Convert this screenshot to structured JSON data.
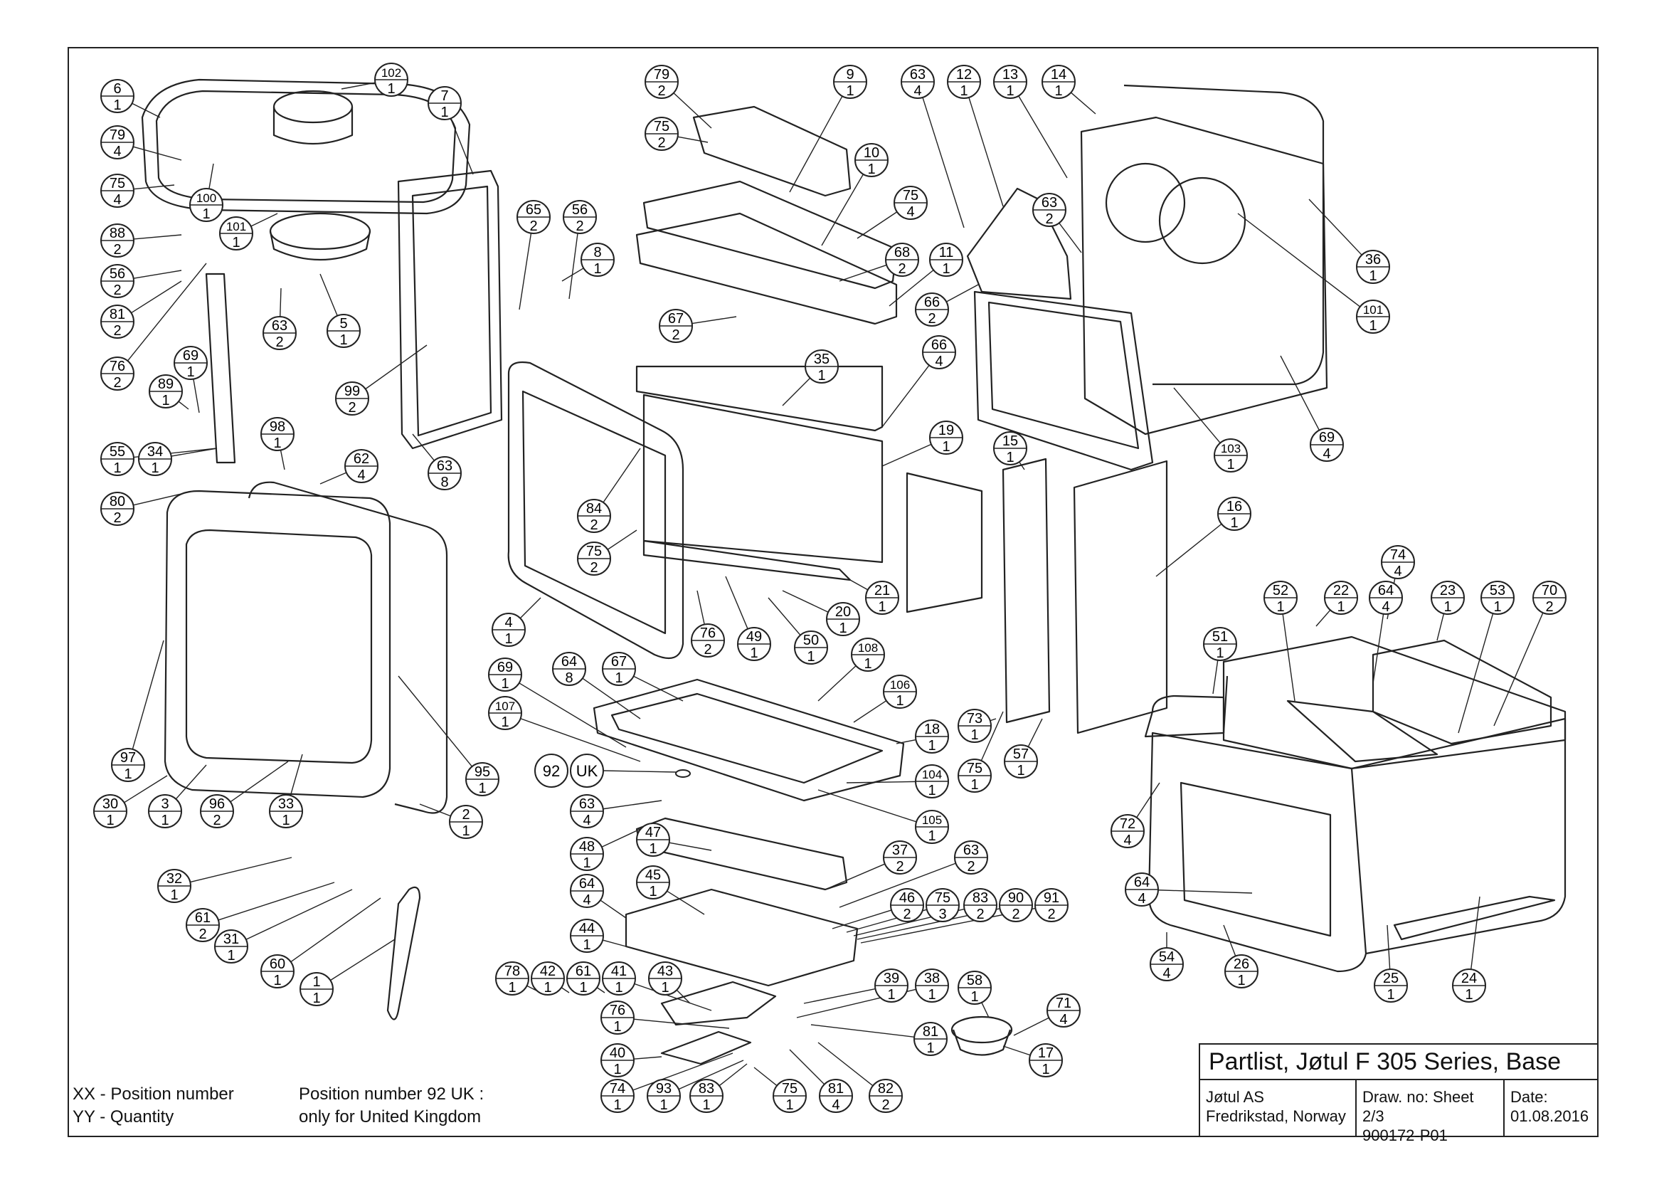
{
  "title_block": {
    "title": "Partlist, Jøtul F 305 Series, Base",
    "company": "Jøtul AS",
    "location": "Fredrikstad, Norway",
    "drawing_no_label": "Draw. no: Sheet 2/3",
    "drawing_no": "900172-P01",
    "date_label": "Date:",
    "date": "01.08.2016"
  },
  "legend": {
    "position_line": "XX - Position number",
    "quantity_line": "YY - Quantity"
  },
  "note": {
    "line1": "Position number 92 UK :",
    "line2": "only for United Kingdom"
  },
  "balloons": [
    {
      "id": "b-6",
      "pos": "6",
      "qty": "1"
    },
    {
      "id": "b-102",
      "pos": "102",
      "qty": "1"
    },
    {
      "id": "b-79a",
      "pos": "79",
      "qty": "4"
    },
    {
      "id": "b-75a",
      "pos": "75",
      "qty": "4"
    },
    {
      "id": "b-100",
      "pos": "100",
      "qty": "1"
    },
    {
      "id": "b-101a",
      "pos": "101",
      "qty": "1"
    },
    {
      "id": "b-88",
      "pos": "88",
      "qty": "2"
    },
    {
      "id": "b-56a",
      "pos": "56",
      "qty": "2"
    },
    {
      "id": "b-81a",
      "pos": "81",
      "qty": "2"
    },
    {
      "id": "b-76a",
      "pos": "76",
      "qty": "2"
    },
    {
      "id": "b-63a",
      "pos": "63",
      "qty": "2"
    },
    {
      "id": "b-5",
      "pos": "5",
      "qty": "1"
    },
    {
      "id": "b-69a",
      "pos": "69",
      "qty": "1"
    },
    {
      "id": "b-89",
      "pos": "89",
      "qty": "1"
    },
    {
      "id": "b-55",
      "pos": "55",
      "qty": "1"
    },
    {
      "id": "b-34",
      "pos": "34",
      "qty": "1"
    },
    {
      "id": "b-80",
      "pos": "80",
      "qty": "2"
    },
    {
      "id": "b-7",
      "pos": "7",
      "qty": "1"
    },
    {
      "id": "b-99",
      "pos": "99",
      "qty": "2"
    },
    {
      "id": "b-63b",
      "pos": "63",
      "qty": "8"
    },
    {
      "id": "b-98",
      "pos": "98",
      "qty": "1"
    },
    {
      "id": "b-62",
      "pos": "62",
      "qty": "4"
    },
    {
      "id": "b-97",
      "pos": "97",
      "qty": "1"
    },
    {
      "id": "b-30",
      "pos": "30",
      "qty": "1"
    },
    {
      "id": "b-3",
      "pos": "3",
      "qty": "1"
    },
    {
      "id": "b-96",
      "pos": "96",
      "qty": "2"
    },
    {
      "id": "b-33",
      "pos": "33",
      "qty": "1"
    },
    {
      "id": "b-95",
      "pos": "95",
      "qty": "1"
    },
    {
      "id": "b-2",
      "pos": "2",
      "qty": "1"
    },
    {
      "id": "b-32",
      "pos": "32",
      "qty": "1"
    },
    {
      "id": "b-61a",
      "pos": "61",
      "qty": "2"
    },
    {
      "id": "b-31",
      "pos": "31",
      "qty": "1"
    },
    {
      "id": "b-60",
      "pos": "60",
      "qty": "1"
    },
    {
      "id": "b-1",
      "pos": "1",
      "qty": "1"
    },
    {
      "id": "b-65",
      "pos": "65",
      "qty": "2"
    },
    {
      "id": "b-56b",
      "pos": "56",
      "qty": "2"
    },
    {
      "id": "b-8",
      "pos": "8",
      "qty": "1"
    },
    {
      "id": "b-79b",
      "pos": "79",
      "qty": "2"
    },
    {
      "id": "b-75b",
      "pos": "75",
      "qty": "2"
    },
    {
      "id": "b-9",
      "pos": "9",
      "qty": "1"
    },
    {
      "id": "b-10",
      "pos": "10",
      "qty": "1"
    },
    {
      "id": "b-75c",
      "pos": "75",
      "qty": "4"
    },
    {
      "id": "b-68",
      "pos": "68",
      "qty": "2"
    },
    {
      "id": "b-67a",
      "pos": "67",
      "qty": "2"
    },
    {
      "id": "b-11",
      "pos": "11",
      "qty": "1"
    },
    {
      "id": "b-35",
      "pos": "35",
      "qty": "1"
    },
    {
      "id": "b-66a",
      "pos": "66",
      "qty": "4"
    },
    {
      "id": "b-19",
      "pos": "19",
      "qty": "1"
    },
    {
      "id": "b-84",
      "pos": "84",
      "qty": "2"
    },
    {
      "id": "b-75d",
      "pos": "75",
      "qty": "2"
    },
    {
      "id": "b-21",
      "pos": "21",
      "qty": "1"
    },
    {
      "id": "b-20",
      "pos": "20",
      "qty": "1"
    },
    {
      "id": "b-4",
      "pos": "4",
      "qty": "1"
    },
    {
      "id": "b-76b",
      "pos": "76",
      "qty": "2"
    },
    {
      "id": "b-49",
      "pos": "49",
      "qty": "1"
    },
    {
      "id": "b-50",
      "pos": "50",
      "qty": "1"
    },
    {
      "id": "b-63c",
      "pos": "63",
      "qty": "4"
    },
    {
      "id": "b-12",
      "pos": "12",
      "qty": "1"
    },
    {
      "id": "b-13",
      "pos": "13",
      "qty": "1"
    },
    {
      "id": "b-14",
      "pos": "14",
      "qty": "1"
    },
    {
      "id": "b-63d",
      "pos": "63",
      "qty": "2"
    },
    {
      "id": "b-66b",
      "pos": "66",
      "qty": "2"
    },
    {
      "id": "b-36",
      "pos": "36",
      "qty": "1"
    },
    {
      "id": "b-101b",
      "pos": "101",
      "qty": "1"
    },
    {
      "id": "b-69b",
      "pos": "69",
      "qty": "4"
    },
    {
      "id": "b-103",
      "pos": "103",
      "qty": "1"
    },
    {
      "id": "b-15",
      "pos": "15",
      "qty": "1"
    },
    {
      "id": "b-16",
      "pos": "16",
      "qty": "1"
    },
    {
      "id": "b-69c",
      "pos": "69",
      "qty": "1"
    },
    {
      "id": "b-64a",
      "pos": "64",
      "qty": "8"
    },
    {
      "id": "b-67b",
      "pos": "67",
      "qty": "1"
    },
    {
      "id": "b-108",
      "pos": "108",
      "qty": "1"
    },
    {
      "id": "b-106",
      "pos": "106",
      "qty": "1"
    },
    {
      "id": "b-107",
      "pos": "107",
      "qty": "1"
    },
    {
      "id": "b-18",
      "pos": "18",
      "qty": "1"
    },
    {
      "id": "b-73",
      "pos": "73",
      "qty": "1"
    },
    {
      "id": "b-75e",
      "pos": "75",
      "qty": "1"
    },
    {
      "id": "b-57",
      "pos": "57",
      "qty": "1"
    },
    {
      "id": "b-104",
      "pos": "104",
      "qty": "1"
    },
    {
      "id": "b-105",
      "pos": "105",
      "qty": "1"
    },
    {
      "id": "b-63e",
      "pos": "63",
      "qty": "4"
    },
    {
      "id": "b-48",
      "pos": "48",
      "qty": "1"
    },
    {
      "id": "b-47",
      "pos": "47",
      "qty": "1"
    },
    {
      "id": "b-37",
      "pos": "37",
      "qty": "2"
    },
    {
      "id": "b-63f",
      "pos": "63",
      "qty": "2"
    },
    {
      "id": "b-45",
      "pos": "45",
      "qty": "1"
    },
    {
      "id": "b-64b",
      "pos": "64",
      "qty": "4"
    },
    {
      "id": "b-44",
      "pos": "44",
      "qty": "1"
    },
    {
      "id": "b-46",
      "pos": "46",
      "qty": "2"
    },
    {
      "id": "b-75f",
      "pos": "75",
      "qty": "3"
    },
    {
      "id": "b-83a",
      "pos": "83",
      "qty": "2"
    },
    {
      "id": "b-90",
      "pos": "90",
      "qty": "2"
    },
    {
      "id": "b-91",
      "pos": "91",
      "qty": "2"
    },
    {
      "id": "b-78",
      "pos": "78",
      "qty": "1"
    },
    {
      "id": "b-42",
      "pos": "42",
      "qty": "1"
    },
    {
      "id": "b-61b",
      "pos": "61",
      "qty": "1"
    },
    {
      "id": "b-41",
      "pos": "41",
      "qty": "1"
    },
    {
      "id": "b-43",
      "pos": "43",
      "qty": "1"
    },
    {
      "id": "b-39",
      "pos": "39",
      "qty": "1"
    },
    {
      "id": "b-38",
      "pos": "38",
      "qty": "1"
    },
    {
      "id": "b-58",
      "pos": "58",
      "qty": "1"
    },
    {
      "id": "b-71",
      "pos": "71",
      "qty": "4"
    },
    {
      "id": "b-76c",
      "pos": "76",
      "qty": "1"
    },
    {
      "id": "b-40",
      "pos": "40",
      "qty": "1"
    },
    {
      "id": "b-81b",
      "pos": "81",
      "qty": "1"
    },
    {
      "id": "b-17",
      "pos": "17",
      "qty": "1"
    },
    {
      "id": "b-74a",
      "pos": "74",
      "qty": "1"
    },
    {
      "id": "b-93",
      "pos": "93",
      "qty": "1"
    },
    {
      "id": "b-83b",
      "pos": "83",
      "qty": "1"
    },
    {
      "id": "b-75g",
      "pos": "75",
      "qty": "1"
    },
    {
      "id": "b-81c",
      "pos": "81",
      "qty": "4"
    },
    {
      "id": "b-82",
      "pos": "82",
      "qty": "2"
    },
    {
      "id": "b-74b",
      "pos": "74",
      "qty": "4"
    },
    {
      "id": "b-52",
      "pos": "52",
      "qty": "1"
    },
    {
      "id": "b-22",
      "pos": "22",
      "qty": "1"
    },
    {
      "id": "b-64c",
      "pos": "64",
      "qty": "4"
    },
    {
      "id": "b-23",
      "pos": "23",
      "qty": "1"
    },
    {
      "id": "b-53",
      "pos": "53",
      "qty": "1"
    },
    {
      "id": "b-70",
      "pos": "70",
      "qty": "2"
    },
    {
      "id": "b-51",
      "pos": "51",
      "qty": "1"
    },
    {
      "id": "b-72",
      "pos": "72",
      "qty": "4"
    },
    {
      "id": "b-64d",
      "pos": "64",
      "qty": "4"
    },
    {
      "id": "b-54",
      "pos": "54",
      "qty": "4"
    },
    {
      "id": "b-26",
      "pos": "26",
      "qty": "1"
    },
    {
      "id": "b-25",
      "pos": "25",
      "qty": "1"
    },
    {
      "id": "b-24",
      "pos": "24",
      "qty": "1"
    }
  ],
  "uk_tag": {
    "pos": "92",
    "label": "UK"
  }
}
